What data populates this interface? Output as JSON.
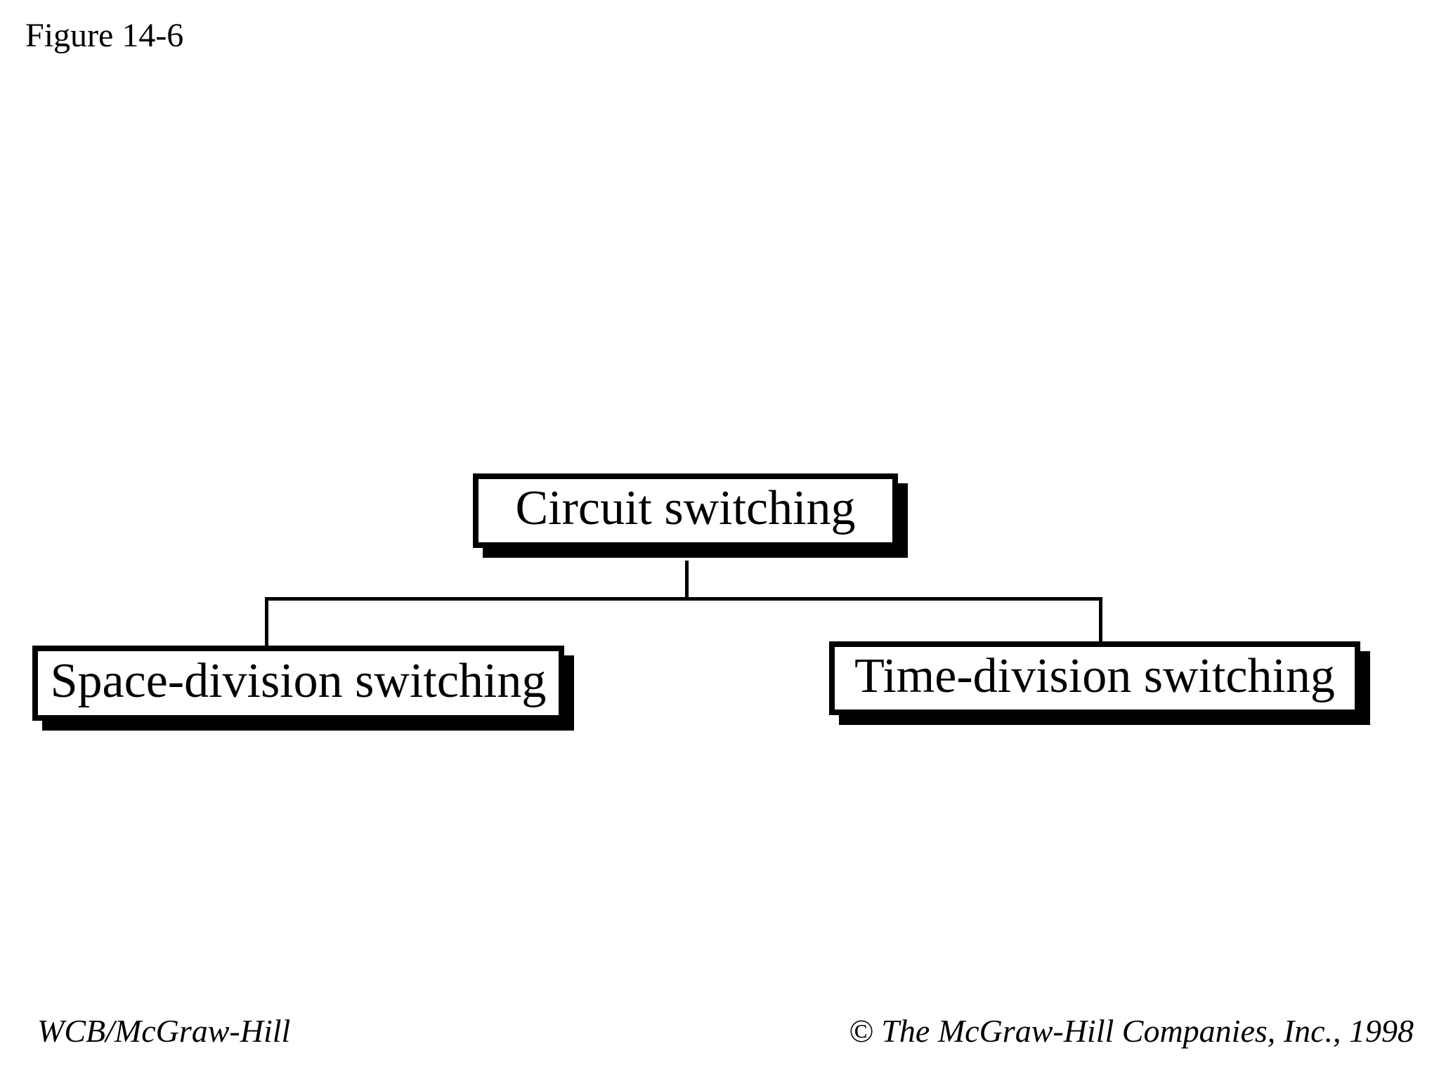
{
  "figure_label": "Figure 14-6",
  "diagram": {
    "root": {
      "label": "Circuit switching"
    },
    "children": [
      {
        "label": "Space-division switching"
      },
      {
        "label": "Time-division switching"
      }
    ]
  },
  "footer": {
    "left": "WCB/McGraw-Hill",
    "right": "© The McGraw-Hill Companies, Inc., 1998"
  },
  "colors": {
    "background": "#ffffff",
    "box_fill": "#ffffff",
    "box_border": "#000000",
    "shadow": "#000000",
    "line": "#000000",
    "text": "#000000"
  }
}
